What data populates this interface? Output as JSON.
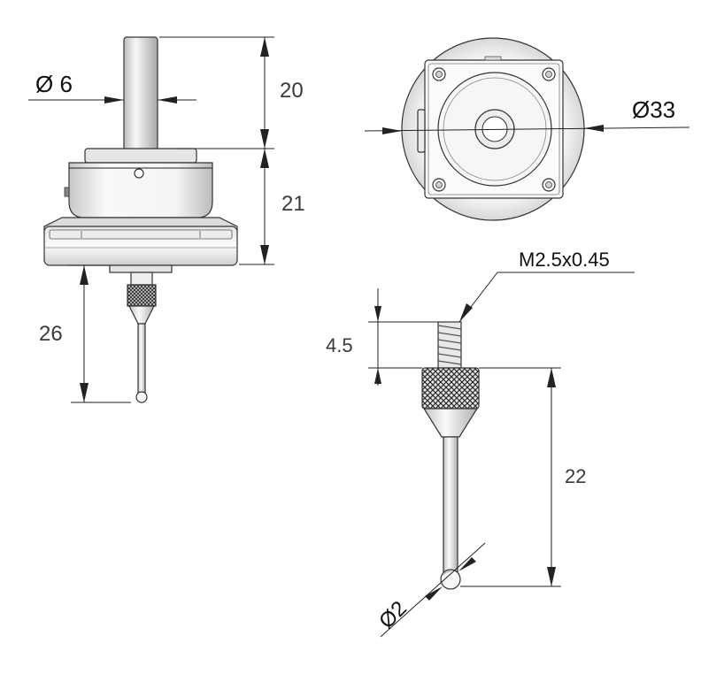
{
  "colors": {
    "line": "#222222",
    "body_light": "#f2f2f2",
    "body_mid": "#d6d6d6",
    "body_dark": "#8c8c8c",
    "knurl": "#3a3a3a",
    "text": "#3a3a3a"
  },
  "probe_side_view": {
    "shank_diameter": "Ø 6",
    "shank_length": "20",
    "body_height": "21",
    "stylus_length": "26"
  },
  "probe_top_view": {
    "outer_diameter": "Ø33"
  },
  "stylus_detail": {
    "thread": "M2.5x0.45",
    "thread_length": "4.5",
    "stylus_length": "22",
    "ball_diameter": "Ø2"
  }
}
